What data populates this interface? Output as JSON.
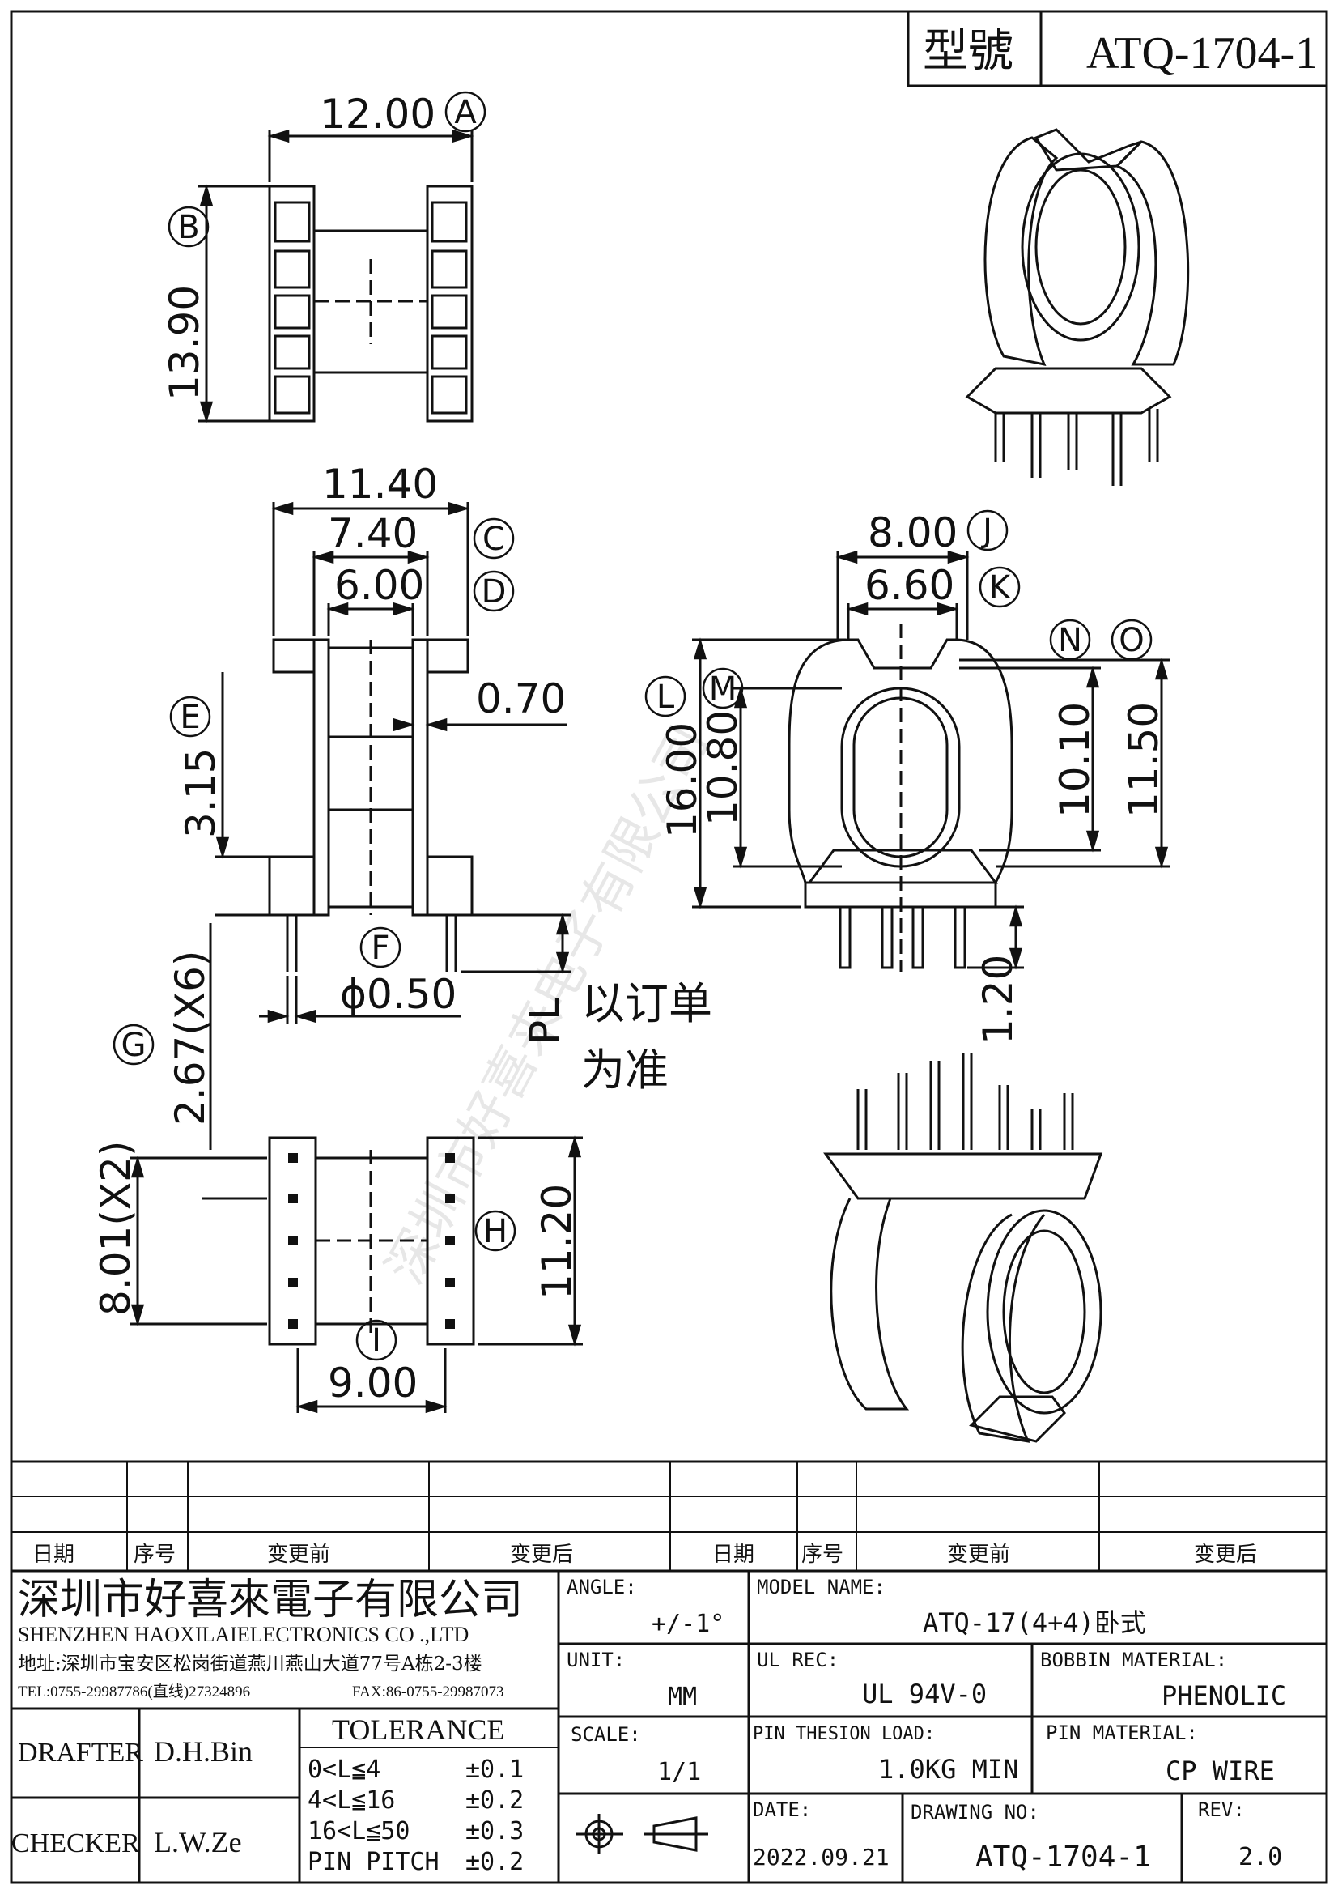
{
  "header": {
    "model_label": "型號",
    "model_value": "ATQ-1704-1"
  },
  "dimensions": {
    "A": "12.00",
    "B": "13.90",
    "C": "11.40",
    "D": "7.40",
    "E": "6.00",
    "slot": "0.70",
    "E_height": "3.15",
    "pin_dia": "ϕ0.50",
    "pitch": "2.67(X6)",
    "row_pitch": "8.01(X2)",
    "H": "11.20",
    "I": "9.00",
    "J": "8.00",
    "K": "6.60",
    "L": "16.00",
    "M": "10.80",
    "N": "10.10",
    "O": "11.50",
    "pin_len": "1.20",
    "pl": "PL"
  },
  "circle_labels": [
    "A",
    "B",
    "C",
    "D",
    "E",
    "F",
    "G",
    "H",
    "I",
    "J",
    "K",
    "L",
    "M",
    "N",
    "O"
  ],
  "note": {
    "line1": "以订单",
    "line2": "为准"
  },
  "watermark": "深圳市好喜来电子有限公司",
  "revision_table": {
    "headers": [
      "日期",
      "序号",
      "变更前",
      "变更后",
      "日期",
      "序号",
      "变更前",
      "变更后"
    ]
  },
  "company": {
    "name_cn": "深圳市好喜來電子有限公司",
    "name_en": "SHENZHEN HAOXILAIELECTRONICS CO .,LTD",
    "address": "地址:深圳市宝安区松岗街道燕川燕山大道77号A栋2-3楼",
    "tel": "TEL:0755-29987786(直线)27324896",
    "fax": "FAX:86-0755-29987073"
  },
  "title_block": {
    "angle_label": "ANGLE:",
    "angle_value": "+/-1°",
    "model_name_label": "MODEL NAME:",
    "model_name_value": "ATQ-17(4+4)卧式",
    "unit_label": "UNIT:",
    "unit_value": "MM",
    "ul_label": "UL REC:",
    "ul_value": "UL 94V-0",
    "bobbin_label": "BOBBIN MATERIAL:",
    "bobbin_value": "PHENOLIC",
    "scale_label": "SCALE:",
    "scale_value": "1/1",
    "pin_load_label": "PIN THESION LOAD:",
    "pin_load_value": "1.0KG MIN",
    "pin_mat_label": "PIN MATERIAL:",
    "pin_mat_value": "CP   WIRE",
    "date_label": "DATE:",
    "date_value": "2022.09.21",
    "drawing_no_label": "DRAWING NO:",
    "drawing_no_value": "ATQ-1704-1",
    "rev_label": "REV:",
    "rev_value": "2.0",
    "drafter_label": "DRAFTER",
    "drafter_value": "D.H.Bin",
    "checker_label": "CHECKER",
    "checker_value": "L.W.Ze",
    "tolerance_title": "TOLERANCE",
    "tolerance_rows": [
      {
        "range": "0<L≦4",
        "tol": "±0.1"
      },
      {
        "range": "4<L≦16",
        "tol": "±0.2"
      },
      {
        "range": "16<L≦50",
        "tol": "±0.3"
      },
      {
        "range": "PIN PITCH",
        "tol": "±0.2"
      }
    ]
  }
}
